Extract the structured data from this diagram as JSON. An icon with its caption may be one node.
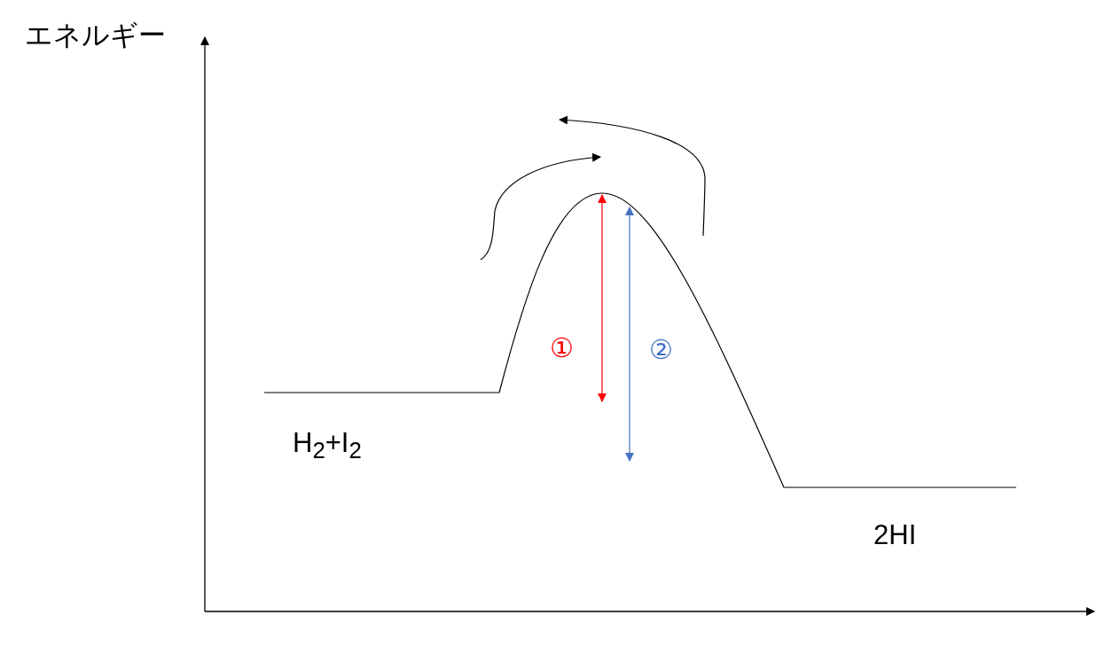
{
  "diagram": {
    "labels": [
      "エネルギー",
      "H$_{2}$+I$_{2}$",
      "2HI",
      "①",
      "②"
    ]
  }
}
